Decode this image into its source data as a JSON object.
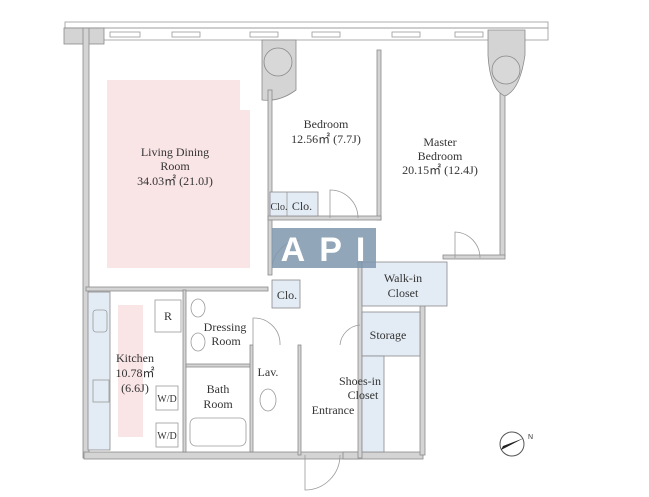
{
  "watermark": "API",
  "colors": {
    "living_area": "#f9e4e6",
    "closet_fill": "#e3ecf5",
    "wall": "#d4d4d4",
    "watermark": "#7f97ae"
  },
  "rooms": {
    "living": {
      "name_line1": "Living Dining",
      "name_line2": "Room",
      "area": "34.03㎡ (21.0J)"
    },
    "bedroom": {
      "name": "Bedroom",
      "area": "12.56㎡ (7.7J)"
    },
    "master": {
      "name_line1": "Master",
      "name_line2": "Bedroom",
      "area": "20.15㎡ (12.4J)"
    },
    "kitchen": {
      "name": "Kitchen",
      "area": "10.78㎡",
      "tatami": "(6.6J)"
    },
    "clo_small": "Clo.",
    "clo_bedroom": "Clo.",
    "clo_hall": "Clo.",
    "walkin_line1": "Walk-in",
    "walkin_line2": "Closet",
    "storage": "Storage",
    "shoes_line1": "Shoes-in",
    "shoes_line2": "Closet",
    "dressing_line1": "Dressing",
    "dressing_line2": "Room",
    "bath_line1": "Bath",
    "bath_line2": "Room",
    "lav": "Lav.",
    "entrance": "Entrance",
    "fridge": "R",
    "wd1": "W/D",
    "wd2": "W/D"
  },
  "compass_label": "N"
}
